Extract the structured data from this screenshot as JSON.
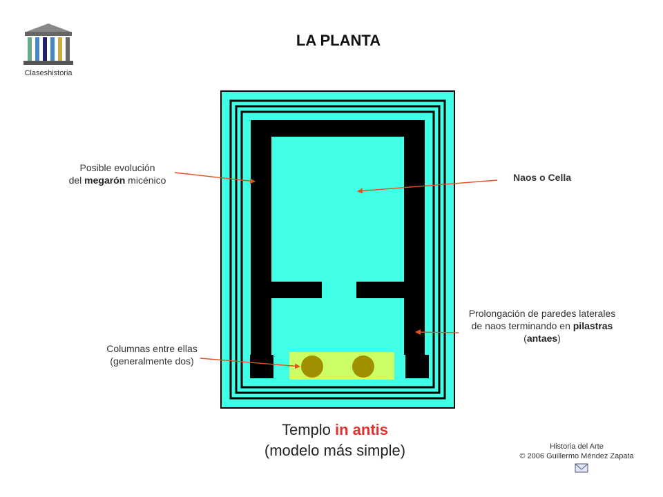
{
  "header": {
    "logo_label": "Claseshistoria",
    "title": "LA PLANTA"
  },
  "labels": {
    "megaron_prefix": "Posible evolución",
    "megaron_line2_pre": "del ",
    "megaron_bold": "megarón",
    "megaron_line2_post": " micénico",
    "naos": "Naos o Cella",
    "prolong_line1": "Prolongación de paredes laterales",
    "prolong_line2_pre": "de naos terminando en ",
    "prolong_bold": "pilastras",
    "prolong_line3_open": "(",
    "prolong_bold2": "antaes",
    "prolong_line3_close": ")",
    "columns_line1": "Columnas entre ellas",
    "columns_line2": "(generalmente dos)"
  },
  "caption": {
    "line1_pre": "Templo ",
    "line1_highlight": "in antis",
    "line2": "(modelo más simple)"
  },
  "footer": {
    "line1": "Historia del Arte",
    "line2": "© 2006 Guillermo Méndez Zapata",
    "mail_icon": "envelope-icon"
  },
  "colors": {
    "cyan": "#3fffe6",
    "black": "#000000",
    "stylobate": "#ccff66",
    "column": "#a09000",
    "arrow": "#e8501e",
    "highlight": "#e03030"
  }
}
